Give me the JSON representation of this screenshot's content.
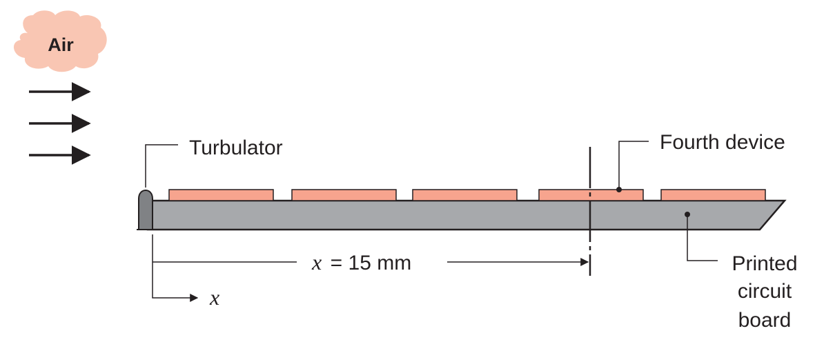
{
  "labels": {
    "air": "Air",
    "turbulator": "Turbulator",
    "fourth_device": "Fourth device",
    "pcb_line1": "Printed",
    "pcb_line2": "circuit",
    "pcb_line3": "board",
    "x_eq": "= 15 mm",
    "x_var": "x",
    "x_axis": "x"
  },
  "colors": {
    "device": "#f7a48e",
    "board": "#a7a9ac",
    "turbulator": "#808285",
    "cloud": "#f9c6b3",
    "ink": "#231f20"
  }
}
